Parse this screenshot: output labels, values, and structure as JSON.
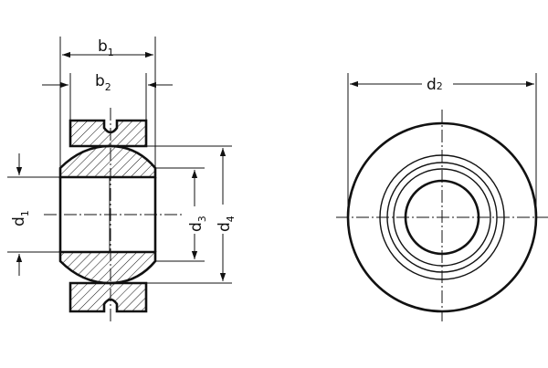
{
  "labels": {
    "b1": {
      "main": "b",
      "sub": "1"
    },
    "b2": {
      "main": "b",
      "sub": "2"
    },
    "d1": {
      "main": "d",
      "sub": "1"
    },
    "d2": {
      "main": "d",
      "sub": "2"
    },
    "d3": {
      "main": "d",
      "sub": "3"
    },
    "d4": {
      "main": "d",
      "sub": "4"
    }
  },
  "colors": {
    "line": "#111111",
    "background": "#ffffff"
  }
}
